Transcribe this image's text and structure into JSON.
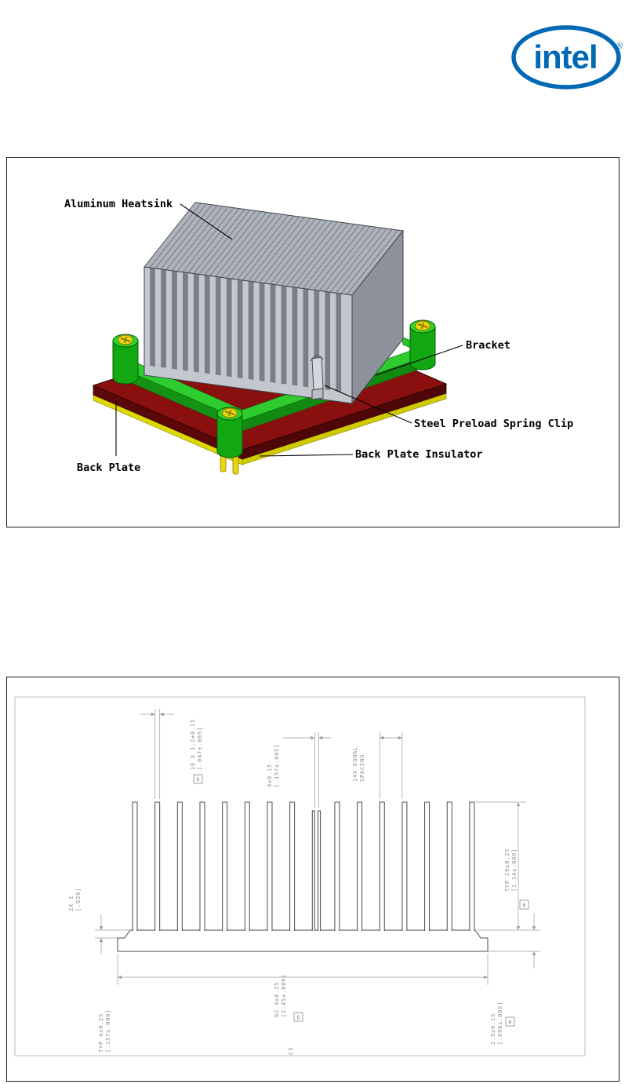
{
  "logo": {
    "text": "intel",
    "reg": "®"
  },
  "colors": {
    "intel_blue": "#0068b5",
    "heatsink_gray": "#c3c7ce",
    "bracket_green": "#2ecc2e",
    "backplate_red": "#8a0f0f",
    "insulator_yellow": "#ded800",
    "clip_silver": "#d4d8de"
  },
  "figure1": {
    "fin_count": 19,
    "labels": {
      "heatsink": "Aluminum Heatsink",
      "bracket": "Bracket",
      "clip": "Steel Preload Spring Clip",
      "insulator": "Back Plate Insulator",
      "backplate": "Back Plate"
    }
  },
  "figure2": {
    "fin_count": 16,
    "dims": {
      "fin_width": {
        "l1": "16 X 1.2±0.15",
        "l2": "[.047±.005]",
        "flag": "6"
      },
      "slot_width": {
        "l1": "4±0.15",
        "l2": "[.157±.005]"
      },
      "spacing": {
        "l1": "14X EQUAL",
        "l2": "SPACING"
      },
      "fin_height": {
        "l1": "TYP 29±0.25",
        "l2": "[1.14±.009]",
        "flag": "6"
      },
      "chamfer": {
        "l1": "2X 1",
        "l2": "[.039]"
      },
      "base_width": {
        "l1": "62.4±0.25",
        "l2": "[2.45±.009]",
        "flag": "6"
      },
      "base_thickness": {
        "l1": "2.5±0.15",
        "l2": "[.098±.005]",
        "flag": "6"
      },
      "pitch": {
        "l1": "TYP 4±0.25",
        "l2": "[.157±.009]"
      },
      "corner": {
        "l1": "C3"
      }
    }
  }
}
